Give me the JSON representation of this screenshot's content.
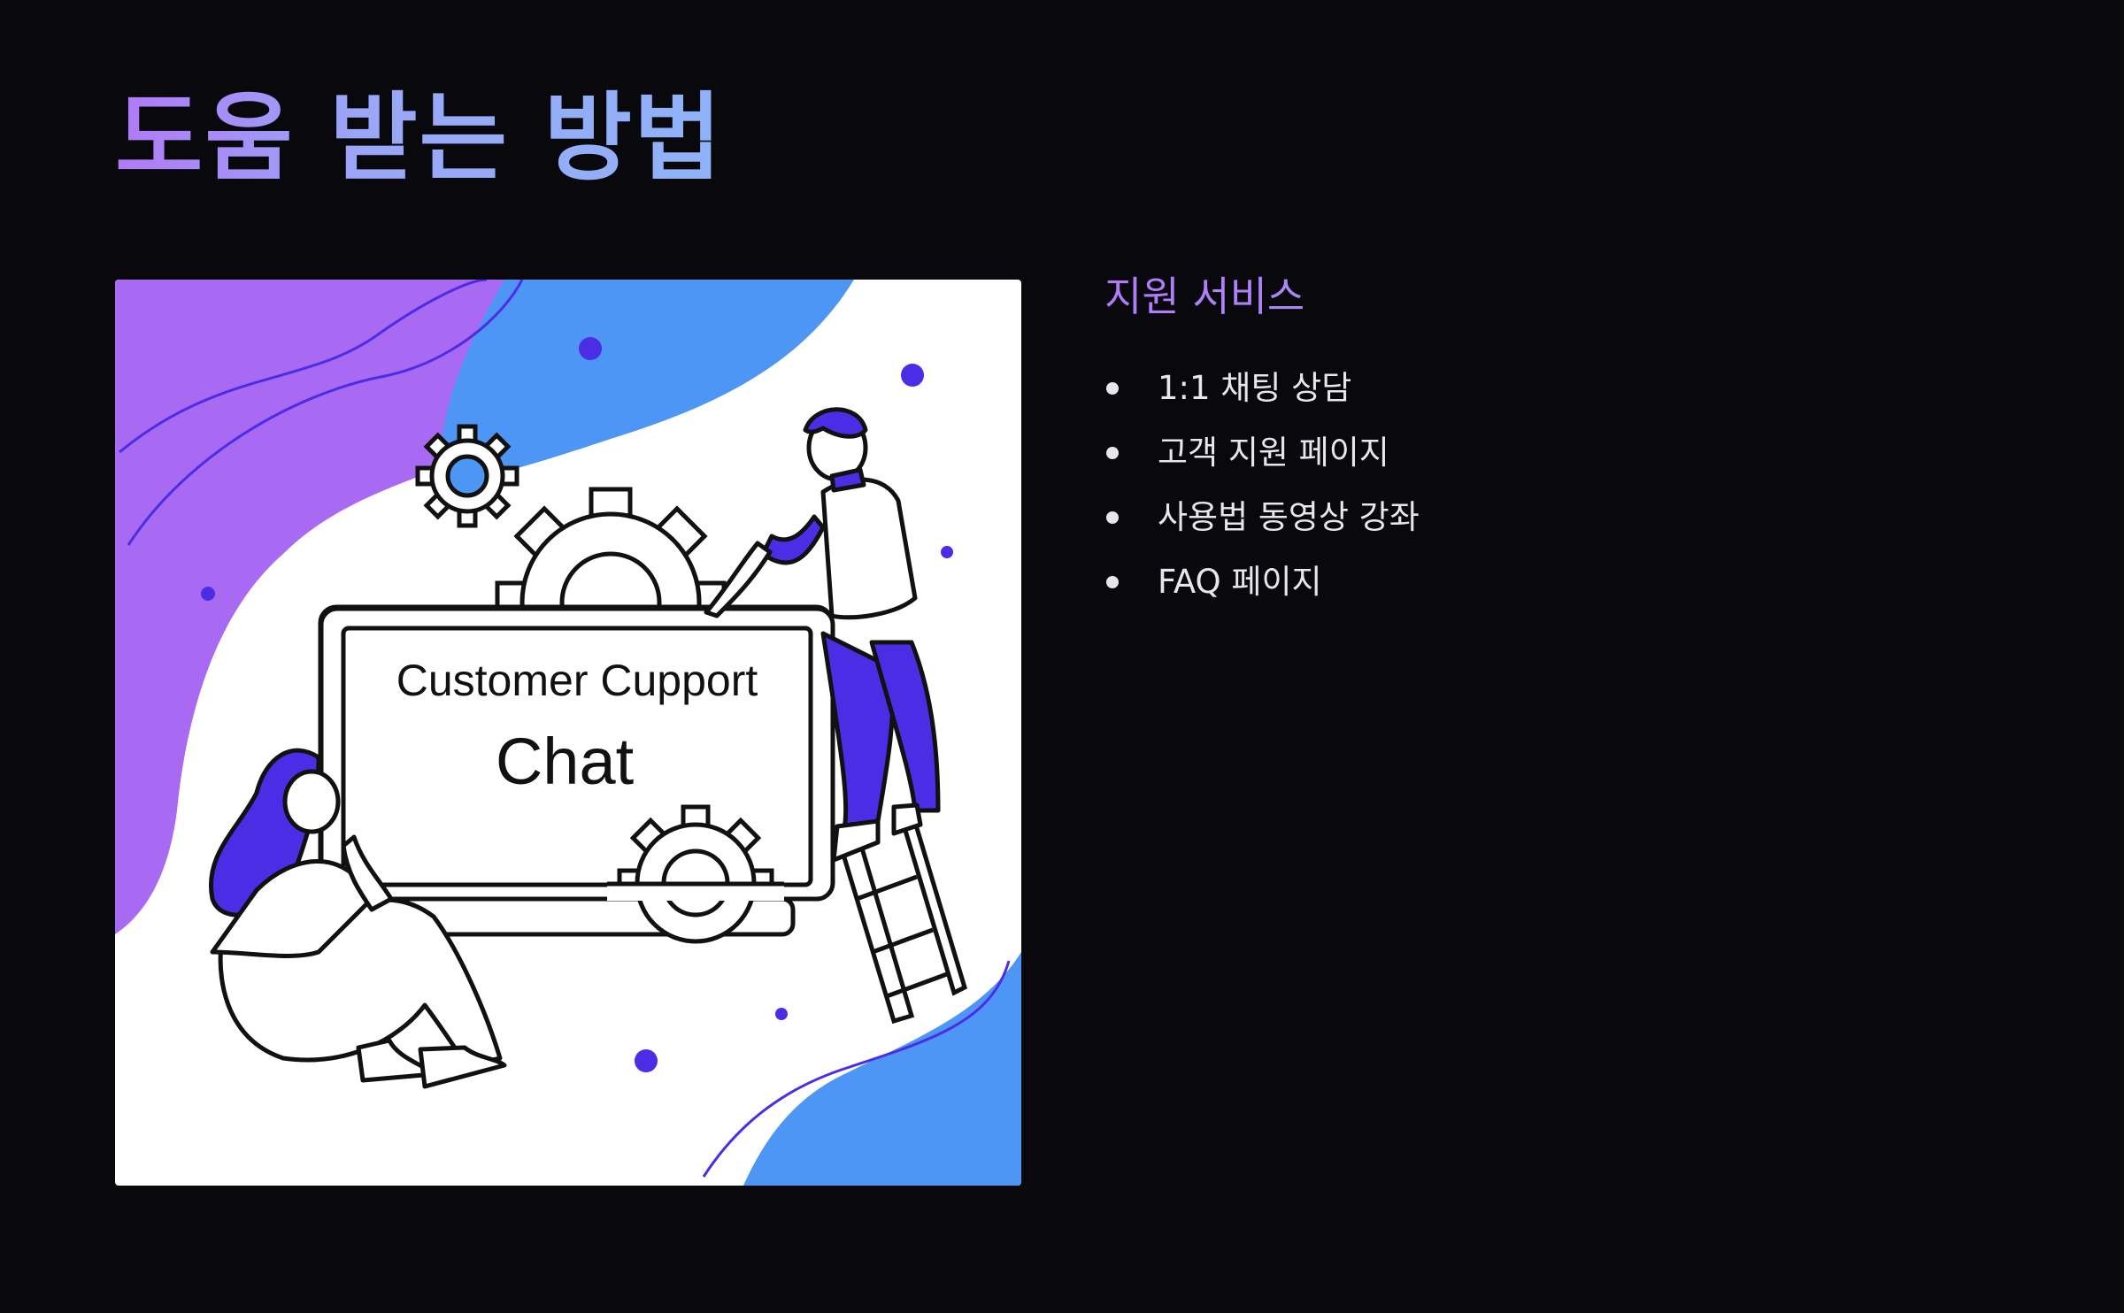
{
  "page": {
    "title": "도움 받는 방법"
  },
  "illustration": {
    "line1": "Customer Cupport",
    "line2": "Chat",
    "colors": {
      "purple": "#a96af3",
      "blue": "#4d96f5",
      "indigo": "#4b2de6",
      "ink": "#111111"
    }
  },
  "support": {
    "heading": "지원 서비스",
    "items": [
      {
        "label": "1:1 채팅 상담"
      },
      {
        "label": "고객 지원 페이지"
      },
      {
        "label": "사용법 동영상 강좌"
      },
      {
        "label": "FAQ 페이지"
      }
    ]
  }
}
